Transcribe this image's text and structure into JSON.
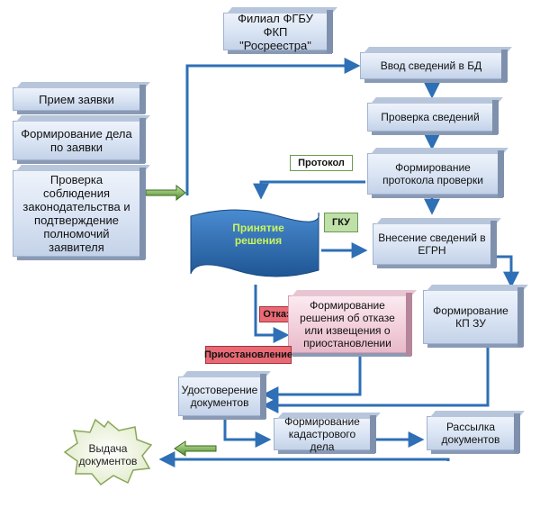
{
  "boxes": {
    "fgbu": "Филиал ФГБУ ФКП \"Росреестра\"",
    "vvod": "Ввод сведений в БД",
    "proverka_svedeniy": "Проверка сведений",
    "formirovanie_protokola": "Формирование протокола проверки",
    "priem": "Прием заявки",
    "formirovanie_dela": "Формирование дела по заявки",
    "proverka_zakon": "Проверка соблюдения законодательства и подтверждение полномочий заявителя",
    "vnesenie": "Внесение сведений в ЕГРН",
    "formirovanie_resheniya": "Формирование решения об отказе или извещения о приостановлении",
    "formirovanie_kp": "Формирование КП ЗУ",
    "udostoverenie": "Удостоверение документов",
    "kadastrovoe_delo": "Формирование кадастрового дела",
    "rassylka": "Рассылка документов"
  },
  "decision": "Принятие решения",
  "issue": "Выдача документов",
  "tags": {
    "protokol": "Протокол",
    "gku": "ГКУ",
    "otkaz": "Отказ",
    "priostanovlenie": "Приостановление"
  },
  "colors": {
    "arrow": "#2e6fb6",
    "decision_fill": "#2f6fb0",
    "decision_text": "#c9f55b",
    "tag_green": "#bfe0a8",
    "tag_red": "#e86a74",
    "box_pink": "#f1cdd9"
  }
}
